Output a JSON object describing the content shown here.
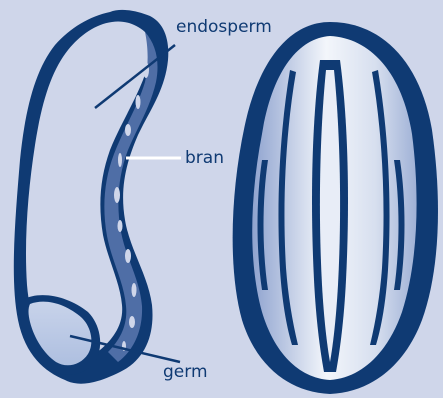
{
  "labels": {
    "endosperm": "endosperm",
    "bran": "bran",
    "germ": "germ"
  },
  "colors": {
    "background": "#cfd6ea",
    "kernel_dark": "#0f3a73",
    "kernel_light": "#b9c6e2",
    "kernel_highlight": "#f3f6fb",
    "label_text": "#0f3a73"
  }
}
